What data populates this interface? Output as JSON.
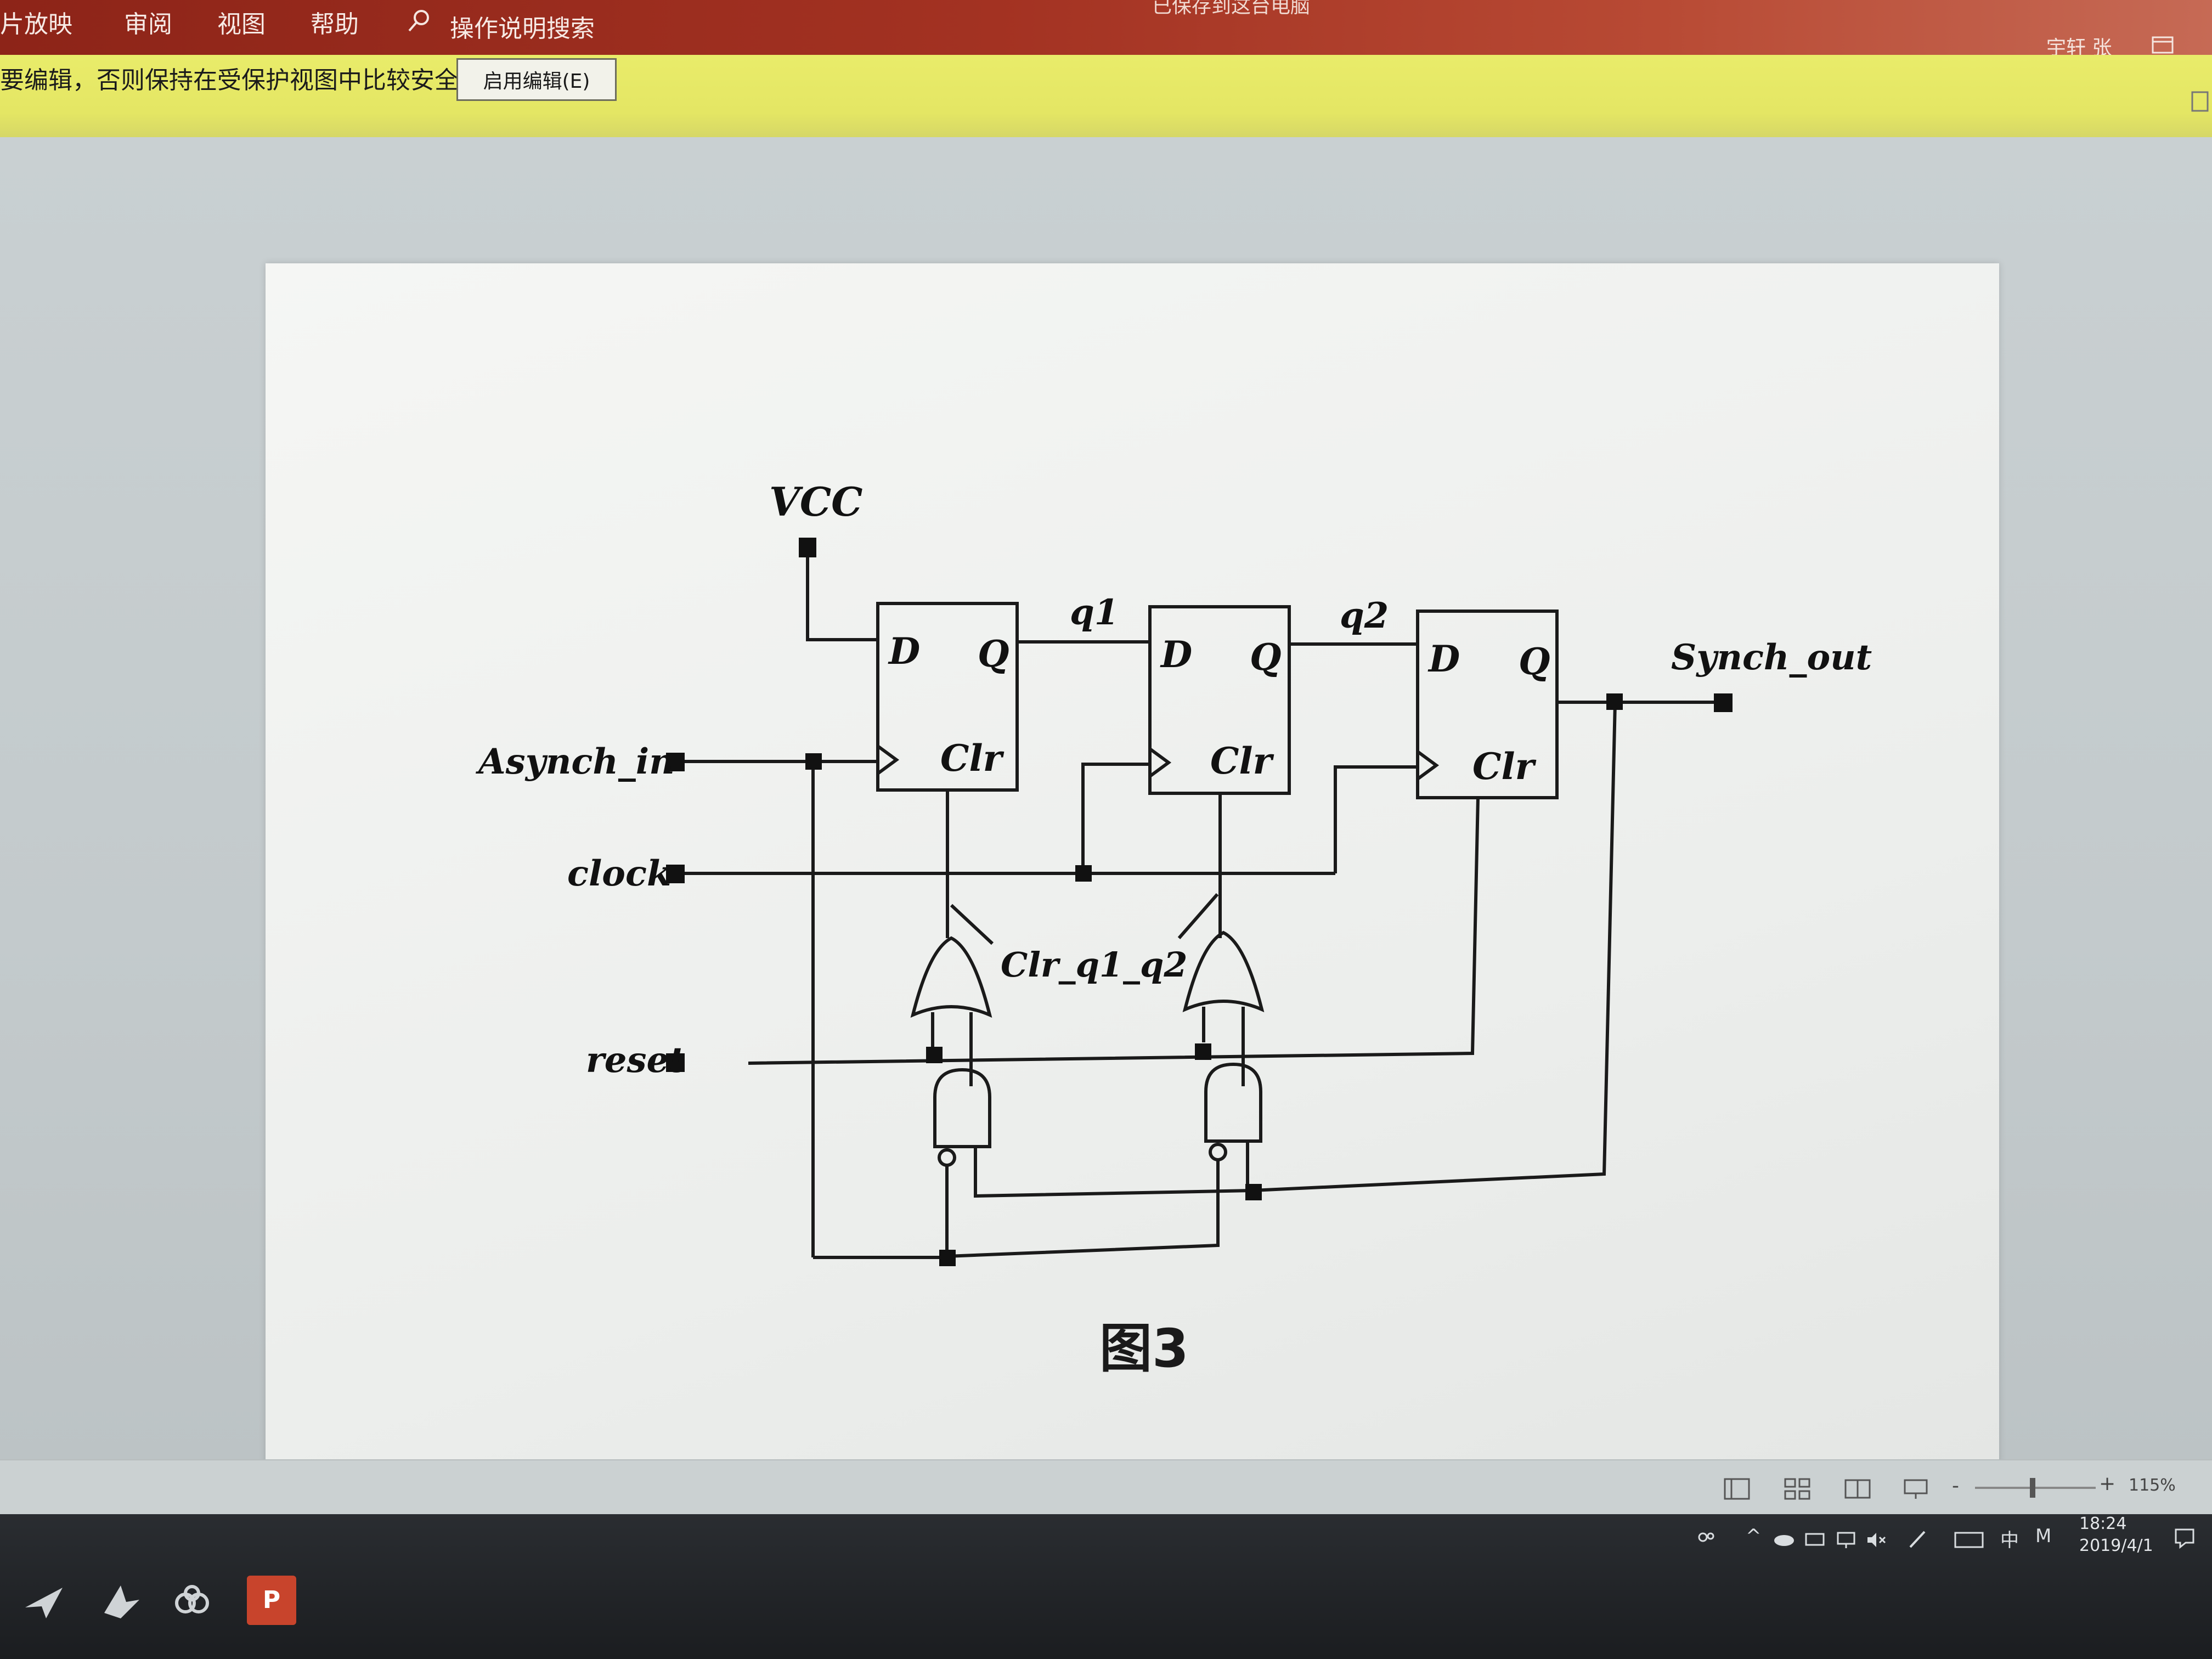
{
  "ribbon": {
    "menu": [
      "片放映",
      "审阅",
      "视图",
      "帮助"
    ],
    "search_label": "操作说明搜索",
    "window_title": "已保存到这台电脑",
    "user_name": "宇轩 张"
  },
  "protected_view": {
    "message": "要编辑，否则保持在受保护视图中比较安全。",
    "enable_button": "启用编辑(E)"
  },
  "figure": {
    "labels": {
      "vcc": "VCC",
      "asynch_in": "Asynch_in",
      "clock": "clock",
      "reset": "reset",
      "q1": "q1",
      "q2": "q2",
      "synch_out": "Synch_out",
      "clr_q1_q2": "Clr_q1_q2",
      "d": "D",
      "q": "Q",
      "clr": "Clr"
    },
    "caption": "图3"
  },
  "status": {
    "zoom_level": "115%",
    "zoom_minus": "-",
    "zoom_plus": "+"
  },
  "taskbar": {
    "tray_lang": "中",
    "tray_ime": "M",
    "time": "18:24",
    "date": "2019/4/1",
    "ppt_label": "P"
  },
  "colors": {
    "ribbon": "#a33222",
    "protected_bar": "#e6e866",
    "page": "#f1f2f0",
    "taskbar": "#1f2124"
  }
}
